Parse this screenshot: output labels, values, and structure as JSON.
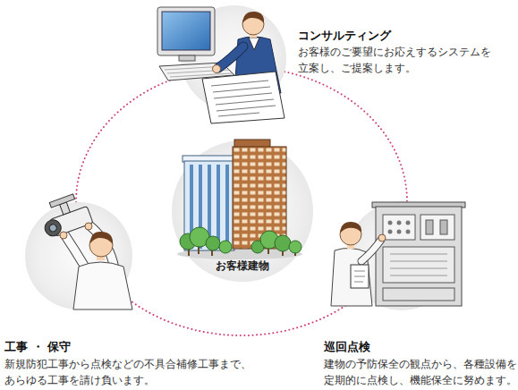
{
  "diagram": {
    "nodes": [
      {
        "text": [
          "コンサルティング",
          "お客様のご要望にお応えするシステムを 立案し、ご提案します。"
        ]
      },
      {
        "text": [
          "お客様建物"
        ]
      },
      {
        "text": [
          "工事 ・ 保守",
          "新規防犯工事から点検などの不具合補修工事まで、 あらゆる工事を請け負います。"
        ]
      },
      {
        "text": [
          "巡回点検",
          "建物の予防保全の観点から、各種設備を 定期的に点検し、機能保全に努めます。"
        ]
      }
    ],
    "edges": [
      {
        "from": 0,
        "to": 3,
        "arrow": "none"
      },
      {
        "from": 3,
        "to": 2,
        "arrow": "none"
      },
      {
        "from": 2,
        "to": 0,
        "arrow": "none"
      }
    ]
  }
}
